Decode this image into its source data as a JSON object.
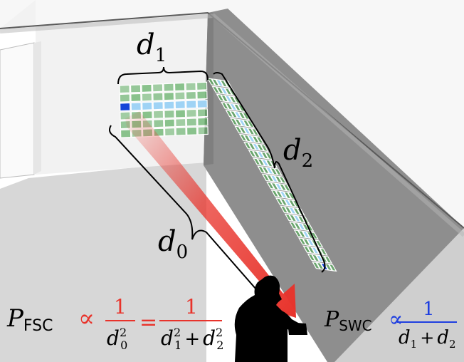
{
  "labels": {
    "d1": {
      "main": "d",
      "sub": "1"
    },
    "d2": {
      "main": "d",
      "sub": "2"
    },
    "d0": {
      "main": "d",
      "sub": "0"
    }
  },
  "formula_fsc": {
    "p": "P",
    "p_sub": "FSC",
    "prop": "∝",
    "num1": "1",
    "den1": "d",
    "den1_exp": "2",
    "den1_sub": "0",
    "eq": "=",
    "num2": "1",
    "den2_a": "d",
    "den2_a_exp": "2",
    "den2_a_sub": "1",
    "den2_plus": "+",
    "den2_b": "d",
    "den2_b_exp": "2",
    "den2_b_sub": "2",
    "color": "#e8332b"
  },
  "formula_swc": {
    "p": "P",
    "p_sub": "SWC",
    "prop": "∝",
    "num": "1",
    "den_a": "d",
    "den_a_sub": "1",
    "den_plus": "+",
    "den_b": "d",
    "den_b_sub": "2",
    "color": "#1f3fe0"
  },
  "colors": {
    "tile_green": "#5fae63",
    "tile_light_blue": "#9fd3f5",
    "tile_dark_blue": "#1546d8",
    "wall_gray": "#8d8d8d",
    "floor_gray": "#d9d9d9",
    "arrow_red": "#e8332b",
    "person": "#000000"
  }
}
